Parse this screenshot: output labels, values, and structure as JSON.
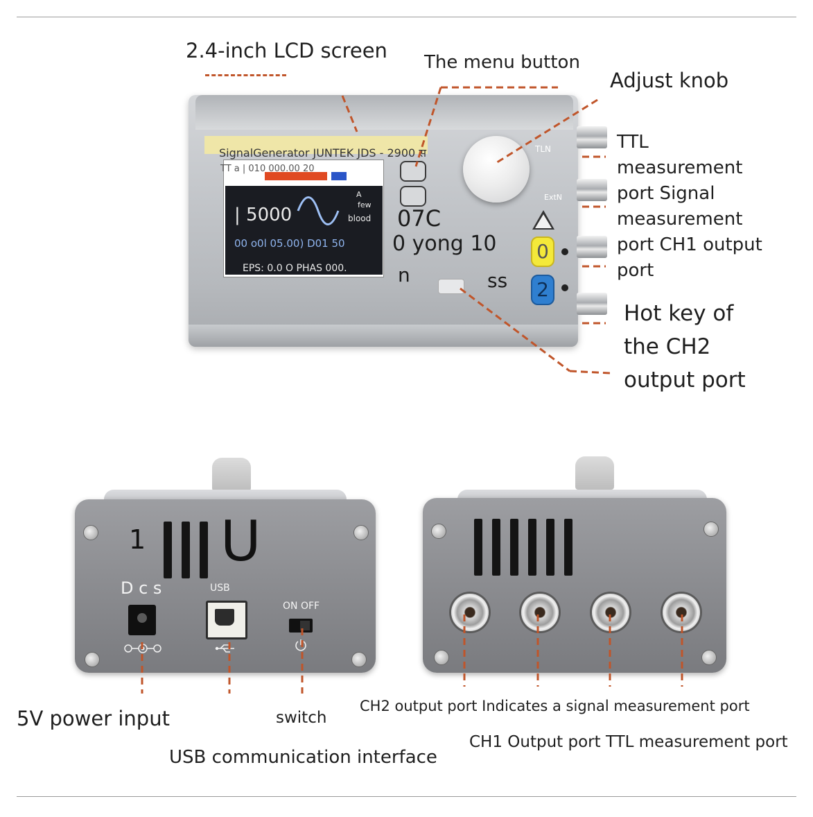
{
  "top_device": {
    "labels": {
      "lcd_screen": "2.4-inch LCD screen",
      "menu_button": "The menu button",
      "adjust_knob": "Adjust knob",
      "right_ports_lines": [
        "TTL",
        "measurement",
        "port Signal",
        "measurement",
        "port CH1 output",
        "port"
      ],
      "hotkey_lines": [
        "Hot key of",
        "the CH2",
        "output port"
      ]
    },
    "screen": {
      "title": "SignalGenerator JUNTEK JDS - 2900 स",
      "top_line": "TT a | 010 000.00 20",
      "frequency": "| 5000",
      "side_a": "A",
      "side_few": "few",
      "side_blood": "blood",
      "line2": "00 o0l 05.00) D01 50",
      "line3": "EPS: 0.0 O PHAS 000."
    },
    "panel_text": {
      "code": "07C",
      "yong": "0 yong 10",
      "n": "n",
      "ss": "ss",
      "tln": "TLN",
      "extn": "ExtN",
      "ch1_key": "0",
      "ch2_key": "2"
    }
  },
  "left_panel": {
    "mark_one": "1",
    "mark_u": "U",
    "dcs": "D c s",
    "usb": "USB",
    "on_off": "ON OFF",
    "labels": {
      "power_input": "5V power input",
      "switch": "switch",
      "usb_interface": "USB communication interface"
    }
  },
  "right_panel": {
    "labels": {
      "row1": "CH2 output port Indicates a signal measurement port",
      "row2": "CH1 Output port TTL measurement port"
    }
  },
  "colors": {
    "leader_line": "#c0552a",
    "ch1_key": "#f4e93a",
    "ch2_key": "#2f7fd0",
    "lcd_red_bar": "#e04a22"
  },
  "icons": [
    "sine-wave-icon",
    "usb-symbol-icon",
    "dc-polarity-icon",
    "power-symbol-icon",
    "play-triangle-icon"
  ]
}
